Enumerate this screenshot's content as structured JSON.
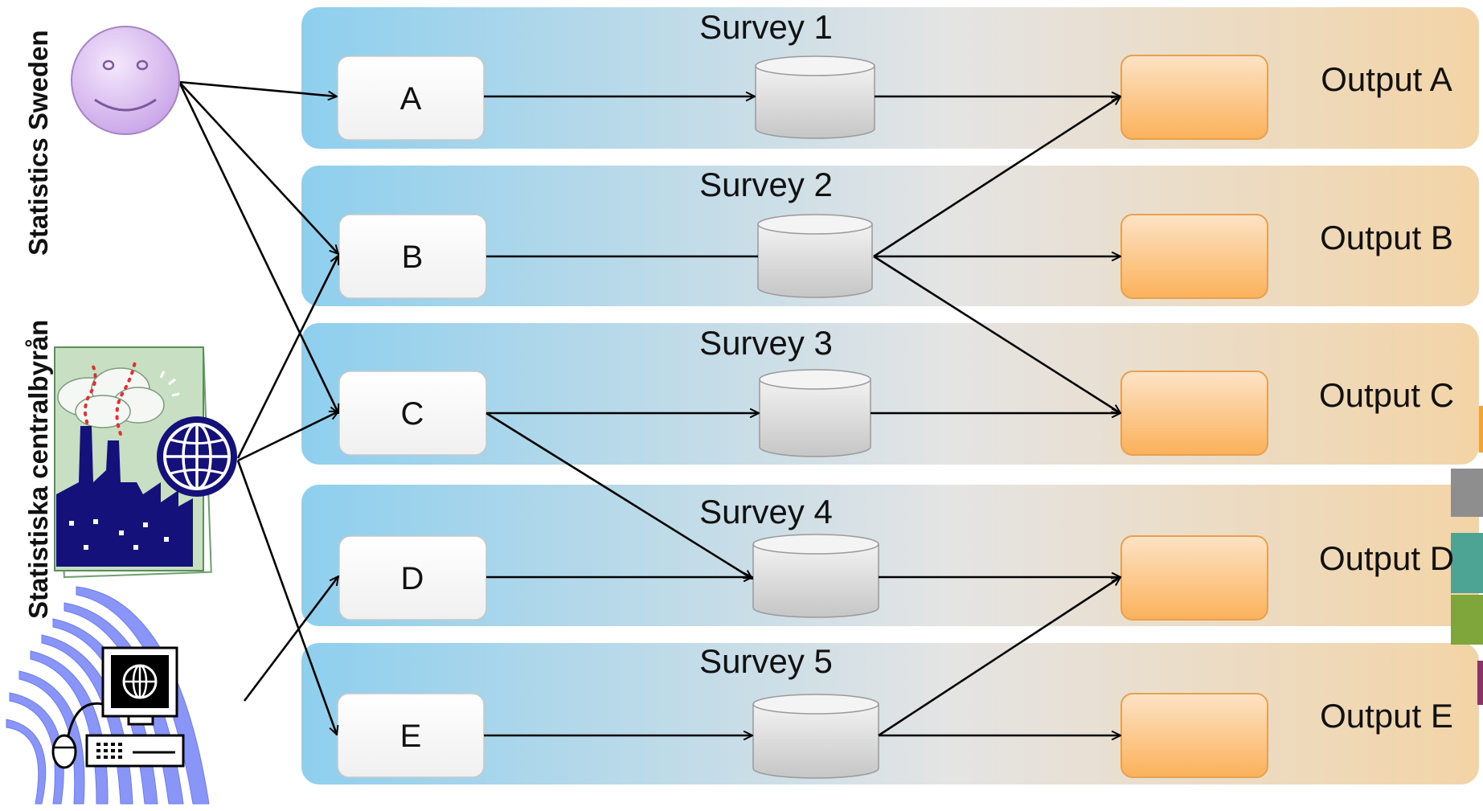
{
  "side_labels": {
    "english": "Statistics Sweden",
    "swedish": "Statistiska centralbyrån"
  },
  "surveys": [
    {
      "title": "Survey  1",
      "input": "A",
      "output": "Output A"
    },
    {
      "title": "Survey 2",
      "input": "B",
      "output": "Output B"
    },
    {
      "title": "Survey 3",
      "input": "C",
      "output": "Output C"
    },
    {
      "title": "Survey 4",
      "input": "D",
      "output": "Output D"
    },
    {
      "title": "Survey 5",
      "input": "E",
      "output": "Output E"
    }
  ],
  "icons": {
    "respondent": "smiley-face-icon",
    "enterprise": "factory-icon",
    "web": "globe-icon",
    "online": "computer-icon"
  },
  "colors": {
    "band_left": "#8ecfee",
    "band_mid": "#e4e4e4",
    "band_right": "#f3d4a6",
    "output_fill_top": "#fde0bf",
    "output_fill_bottom": "#fbb560",
    "output_stroke": "#e8a04e",
    "smiley": "#d9b8f0",
    "factory": "#14127a",
    "stream": "#6a7cf5"
  }
}
